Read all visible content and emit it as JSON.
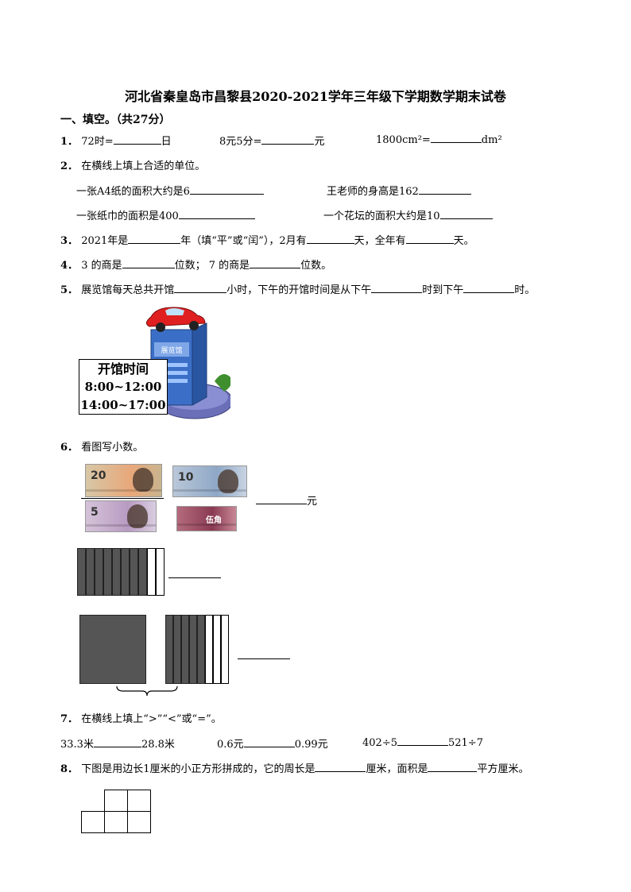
{
  "title": "河北省秦皇岛市昌黎县2020-2021学年三年级下学期数学期末试卷",
  "section1": "一、填空。（共27分）",
  "q1": {
    "num": "1．",
    "a": "72时=",
    "a_unit": "日",
    "b": "8元5分=",
    "b_unit": "元",
    "c": "1800cm²=",
    "c_unit": "dm²"
  },
  "q2": {
    "num": "2．",
    "text": "在横线上填上合适的单位。",
    "a": "一张A4纸的面积大约是6",
    "b": "王老师的身高是162",
    "c": "一张纸巾的面积是400",
    "d": "一个花坛的面积大约是10"
  },
  "q3": {
    "num": "3．",
    "p1": "2021年是",
    "p2": "年（填“平”或“闰”），2月有",
    "p3": "天，全年有",
    "p4": "天。"
  },
  "q4": {
    "num": "4．",
    "p1": "3 的商是",
    "p2": "位数；  7 的商是",
    "p3": "位数。"
  },
  "q5": {
    "num": "5．",
    "p1": "展览馆每天总共开馆",
    "p2": "小时，下午的开馆时间是从下午",
    "p3": "时到下午",
    "p4": "时。"
  },
  "hours": {
    "label": "开馆时间",
    "morning": "8:00~12:00",
    "afternoon": "14:00~17:00",
    "building": "展览馆"
  },
  "q6": {
    "num": "6．",
    "text": "看图写小数。",
    "unit": "元",
    "bills": [
      "20",
      "10",
      "5",
      "伍角"
    ]
  },
  "q7": {
    "num": "7．",
    "text": "在横线上填上“>”“<”或“=”。",
    "a1": "33.3米",
    "a2": "28.8米",
    "b1": "0.6元",
    "b2": "0.99元",
    "c1": "402÷5",
    "c2": "521÷7"
  },
  "q8": {
    "num": "8．",
    "p1": "下图是用边长1厘米的小正方形拼成的，它的周长是",
    "p2": "厘米，面积是",
    "p3": "平方厘米。"
  }
}
